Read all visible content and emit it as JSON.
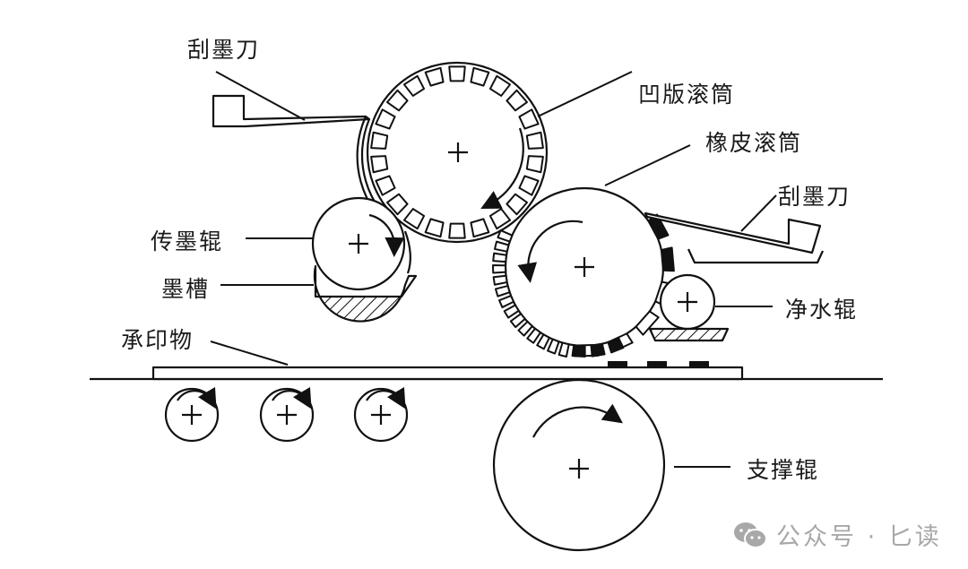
{
  "title": "凹版印刷示意图",
  "labels": {
    "doctor_blade_left": "刮墨刀",
    "gravure_cylinder": "凹版滚筒",
    "blanket_cylinder": "橡皮滚筒",
    "doctor_blade_right": "刮墨刀",
    "ink_transfer_roller": "传墨辊",
    "ink_trough": "墨槽",
    "substrate": "承印物",
    "cleaning_roller": "净水辊",
    "support_roller": "支撑辊"
  },
  "watermark": {
    "text": "公众号 · 匕读",
    "icon": "wechat-icon"
  },
  "colors": {
    "line": "#111111",
    "ink": "#111111",
    "watermark": "#a8a8a8",
    "background": "#ffffff"
  }
}
